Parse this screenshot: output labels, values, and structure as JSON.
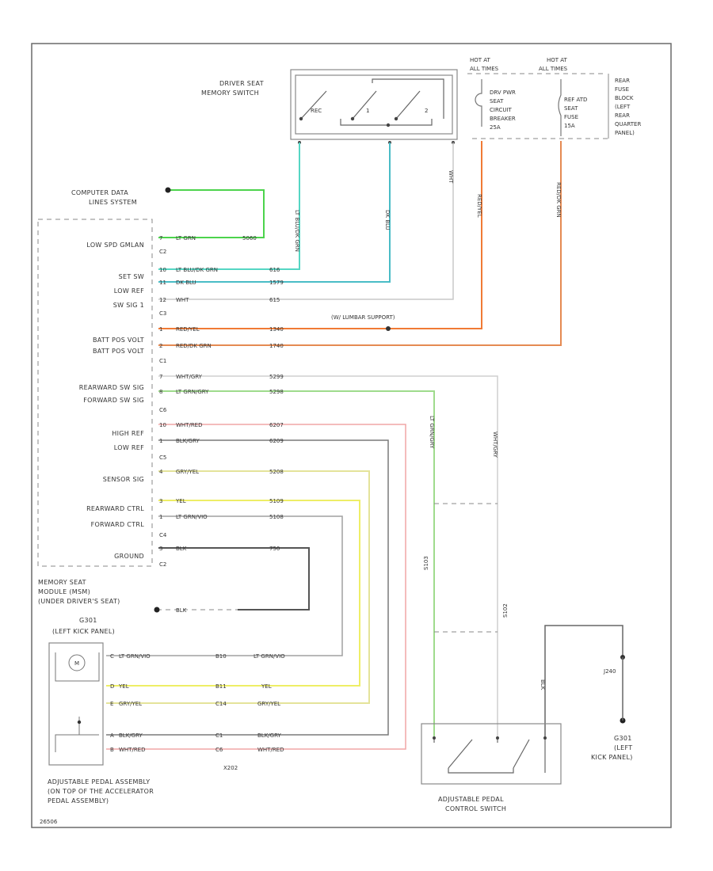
{
  "colors": {
    "green": "#4cd34c",
    "lt_blue_grn": "#55d6c4",
    "dk_blu": "#49bcc6",
    "white": "#c8c8c8",
    "red_yel": "#f07a35",
    "red_grn": "#e58a52",
    "wht_gry": "#cfcfcf",
    "lt_grn_gry": "#9fdb8c",
    "wht_red": "#f0a6a6",
    "blk_gry": "#7a7a7a",
    "gry_yel": "#e4e39a",
    "yel": "#eeee66",
    "lt_grn_vio": "#a0a0a0",
    "blk": "#555555"
  },
  "top": {
    "driver_switch": [
      "DRIVER SEAT",
      "MEMORY SWITCH"
    ],
    "switch_tags": [
      "REC",
      "1",
      "2"
    ],
    "hot_labels": [
      [
        "HOT AT",
        "ALL TIMES"
      ],
      [
        "HOT AT",
        "ALL TIMES"
      ]
    ],
    "breaker": [
      "DRV PWR",
      "SEAT",
      "CIRCUIT",
      "BREAKER",
      "25A"
    ],
    "fuse": [
      "REF ATD",
      "SEAT",
      "FUSE",
      "15A"
    ],
    "rear_fuse_block": [
      "REAR",
      "FUSE",
      "BLOCK",
      "(LEFT",
      "REAR",
      "QUARTER",
      "PANEL)"
    ],
    "vertical_wire_labels": [
      "LT BLU/DK GRN",
      "DK BLU",
      "WHT",
      "RED/YEL",
      "RED/DK GRN"
    ]
  },
  "module": {
    "computer_lines": [
      "COMPUTER DATA",
      "LINES SYSTEM"
    ],
    "pins": [
      {
        "label": "LOW SPD GMLAN",
        "pin": "7",
        "wire": "LT GRN",
        "circuit": "5060",
        "conn": "C2"
      },
      {
        "label": "SET SW",
        "pin": "10",
        "wire": "LT BLU/DK GRN",
        "circuit": "616",
        "conn": ""
      },
      {
        "label": "LOW REF",
        "pin": "11",
        "wire": "DK BLU",
        "circuit": "1579",
        "conn": ""
      },
      {
        "label": "SW SIG 1",
        "pin": "12",
        "wire": "WHT",
        "circuit": "615",
        "conn": "C3"
      },
      {
        "label": "BATT POS VOLT",
        "pin": "1",
        "wire": "RED/YEL",
        "circuit": "1340",
        "conn": ""
      },
      {
        "label": "BATT POS VOLT",
        "pin": "2",
        "wire": "RED/DK GRN",
        "circuit": "1740",
        "conn": "C1"
      },
      {
        "label": "REARWARD SW SIG",
        "pin": "7",
        "wire": "WHT/GRY",
        "circuit": "5299",
        "conn": ""
      },
      {
        "label": "FORWARD SW SIG",
        "pin": "8",
        "wire": "LT GRN/GRY",
        "circuit": "5298",
        "conn": "C6"
      },
      {
        "label": "HIGH REF",
        "pin": "10",
        "wire": "WHT/RED",
        "circuit": "6207",
        "conn": ""
      },
      {
        "label": "LOW REF",
        "pin": "1",
        "wire": "BLK/GRY",
        "circuit": "6209",
        "conn": "C5"
      },
      {
        "label": "SENSOR SIG",
        "pin": "4",
        "wire": "GRY/YEL",
        "circuit": "5208",
        "conn": ""
      },
      {
        "label": "REARWARD CTRL",
        "pin": "3",
        "wire": "YEL",
        "circuit": "5109",
        "conn": ""
      },
      {
        "label": "FORWARD CTRL",
        "pin": "1",
        "wire": "LT GRN/VIO",
        "circuit": "5108",
        "conn": "C4"
      },
      {
        "label": "GROUND",
        "pin": "3",
        "wire": "BLK",
        "circuit": "750",
        "conn": "C2"
      }
    ],
    "lumbar": "(W/ LUMBAR SUPPORT)",
    "splice_labels": [
      "S103",
      "S102"
    ],
    "memory_module": [
      "MEMORY SEAT",
      "MODULE (MSM)",
      "(UNDER DRIVER'S SEAT)"
    ],
    "ground_wire": "BLK",
    "ground_g": [
      "G301",
      "(LEFT KICK PANEL)"
    ]
  },
  "pedal_conn": {
    "connector": "X202",
    "motor_tag": "M",
    "rows": [
      {
        "pin": "C",
        "wire": "LT GRN/VIO",
        "mid": "B10"
      },
      {
        "pin": "D",
        "wire": "YEL",
        "mid": "B11"
      },
      {
        "pin": "E",
        "wire": "GRY/YEL",
        "mid": "C14"
      },
      {
        "pin": "A",
        "wire": "BLK/GRY",
        "mid": "C1"
      },
      {
        "pin": "B",
        "wire": "WHT/RED",
        "mid": "C6"
      }
    ],
    "assembly": [
      "ADJUSTABLE PEDAL ASSEMBLY",
      "(ON TOP OF THE ACCELERATOR",
      "PEDAL ASSEMBLY)"
    ]
  },
  "pedal_switch": {
    "name": [
      "ADJUSTABLE PEDAL",
      "CONTROL SWITCH"
    ],
    "vertical_labels": [
      "LT GRN/GRY",
      "WHT/GRY",
      "BLK"
    ],
    "j_label": "J240",
    "g_label": [
      "G301",
      "(LEFT",
      "KICK PANEL)"
    ]
  },
  "footer": "26506"
}
